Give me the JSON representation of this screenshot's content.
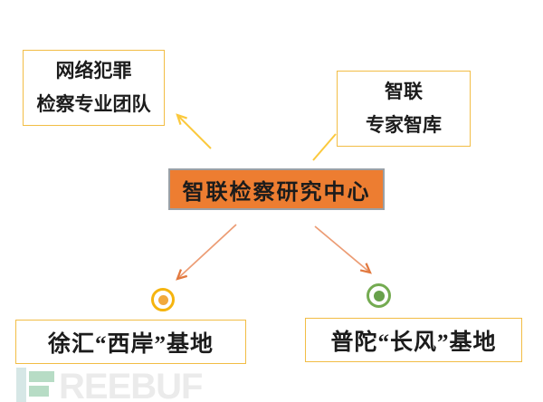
{
  "diagram": {
    "center_box": {
      "label": "智联检察研究中心"
    },
    "team_box": {
      "lines": [
        "网络犯罪",
        "检察专业团队"
      ]
    },
    "thinktank_box": {
      "lines": [
        "智联",
        "专家智库"
      ]
    },
    "xuhui_box": {
      "label": "徐汇“西岸”基地"
    },
    "putuo_box": {
      "label": "普陀“长风”基地"
    },
    "colors": {
      "center_fill": "#ED7D31",
      "center_border": "#9AA0A6",
      "box_border": "#F2BD45",
      "gold_arrow": "#FBC93D",
      "orange_arrow": "#EC9C74",
      "orange_arrowhead": "#E2793F",
      "yellow_bullet_ring": "#F5B40E",
      "yellow_bullet_dot": "#F1A93C",
      "green_bullet_ring": "#74AB51",
      "green_bullet_dot": "#68A14B",
      "text": "#1C1C1C"
    }
  },
  "watermark": {
    "brand_text": "REEBUF",
    "logo_icon": "freebuf-f-logo"
  }
}
